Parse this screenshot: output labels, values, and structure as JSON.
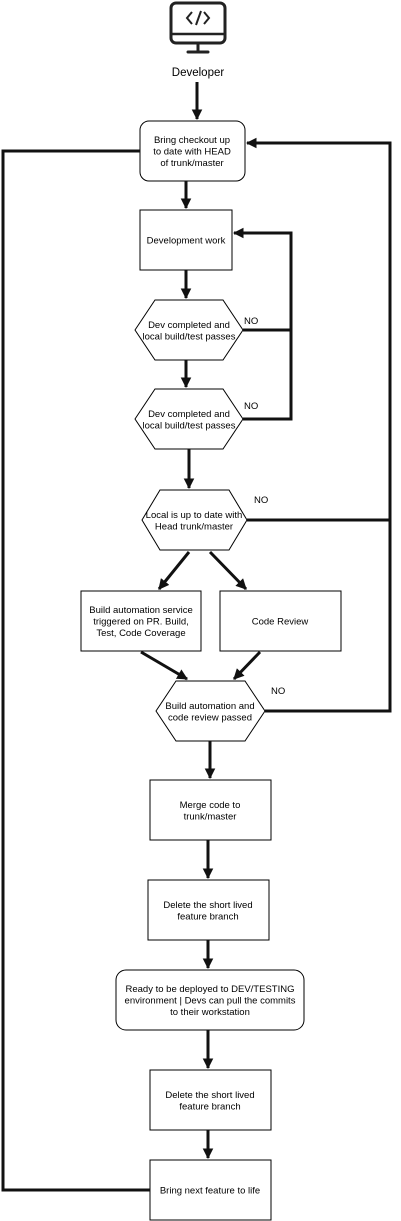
{
  "actor": {
    "label": "Developer",
    "icon": "monitor-code-icon"
  },
  "nodes": [
    {
      "id": "checkout",
      "lines": [
        "Bring checkout up",
        "to date with HEAD",
        "of trunk/master"
      ]
    },
    {
      "id": "devwork",
      "lines": [
        "Development work"
      ]
    },
    {
      "id": "check1",
      "lines": [
        "Dev completed and",
        "local build/test passes"
      ]
    },
    {
      "id": "check2",
      "lines": [
        "Dev completed and",
        "local build/test passes"
      ]
    },
    {
      "id": "uptodate",
      "lines": [
        "Local is up to date with",
        "Head trunk/master"
      ]
    },
    {
      "id": "buildauto",
      "lines": [
        "Build automation service",
        "triggered on PR. Build,",
        "Test, Code Coverage"
      ]
    },
    {
      "id": "review",
      "lines": [
        "Code Review"
      ]
    },
    {
      "id": "passed",
      "lines": [
        "Build automation and",
        "code review passed"
      ]
    },
    {
      "id": "merge",
      "lines": [
        "Merge code to",
        "trunk/master"
      ]
    },
    {
      "id": "delete1",
      "lines": [
        "Delete the short lived",
        "feature branch"
      ]
    },
    {
      "id": "deploy",
      "lines": [
        "Ready to be deployed to DEV/TESTING",
        "environment | Devs can pull the commits",
        "to their workstation"
      ]
    },
    {
      "id": "delete2",
      "lines": [
        "Delete the short lived",
        "feature branch"
      ]
    },
    {
      "id": "next",
      "lines": [
        "Bring next feature to life"
      ]
    }
  ],
  "decision_labels": {
    "check1": "NO",
    "check2": "NO",
    "uptodate": "NO",
    "passed": "NO"
  }
}
